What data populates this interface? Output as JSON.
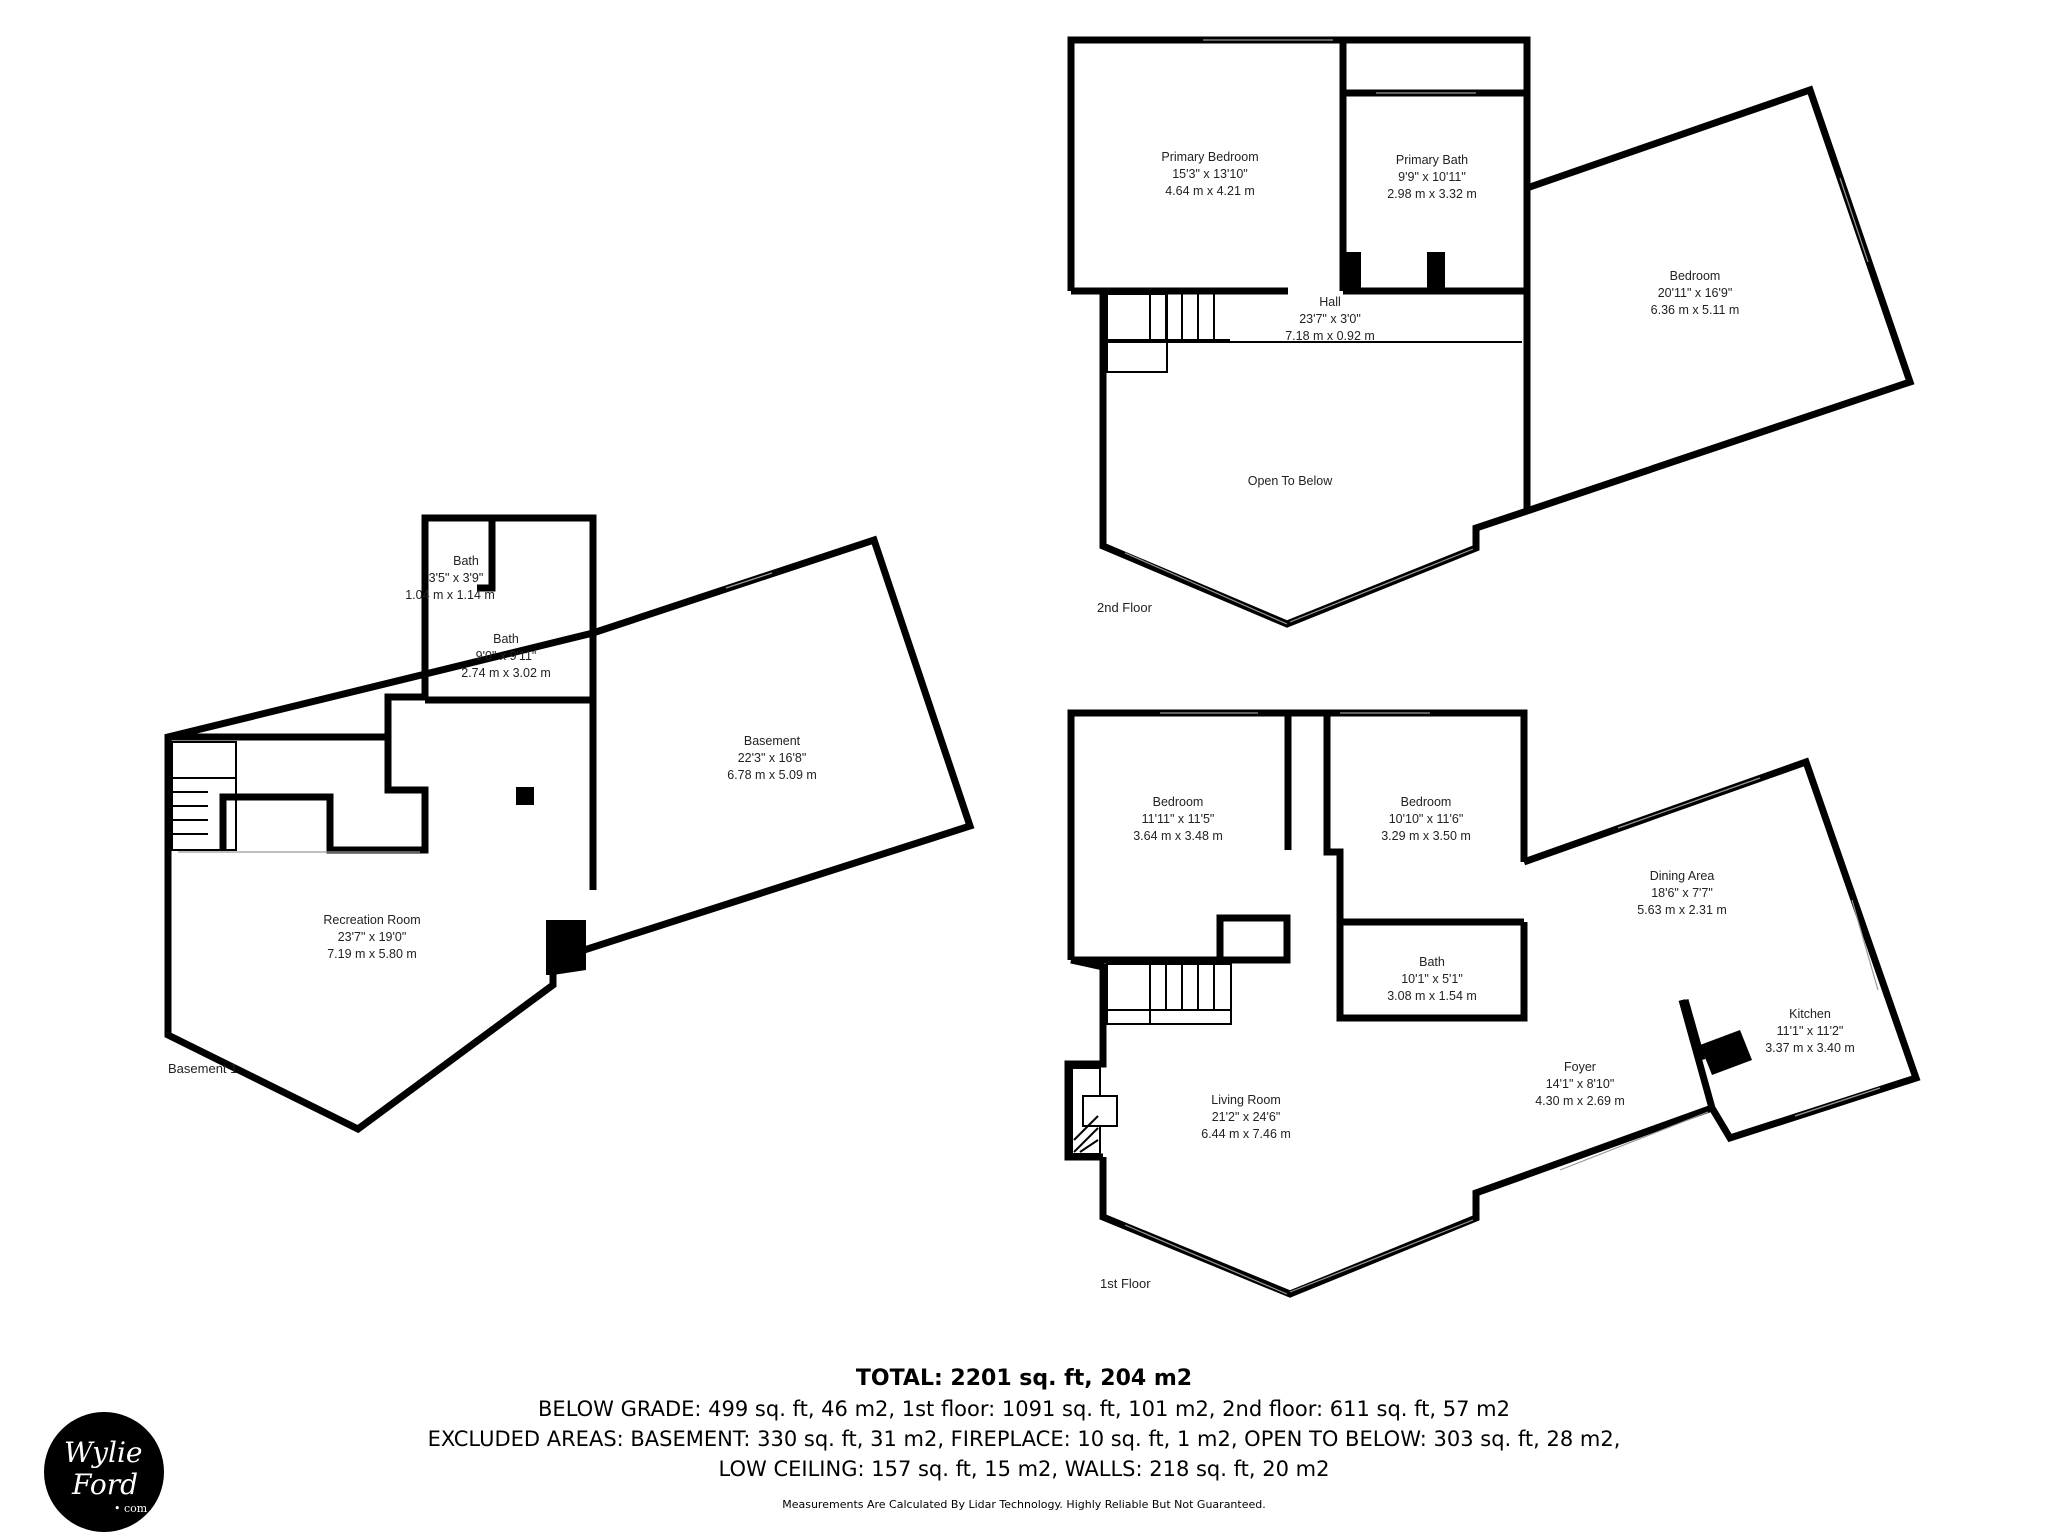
{
  "floors": {
    "basement": {
      "label": "Basement 1",
      "rooms": [
        {
          "name": "Bath",
          "imperial": "3'5\" x 3'9\"",
          "metric": "1.04 m x 1.14 m"
        },
        {
          "name": "Bath",
          "imperial": "9'0\" x 9'11\"",
          "metric": "2.74 m x 3.02 m"
        },
        {
          "name": "Basement",
          "imperial": "22'3\" x 16'8\"",
          "metric": "6.78 m x 5.09 m"
        },
        {
          "name": "Recreation Room",
          "imperial": "23'7\" x 19'0\"",
          "metric": "7.19 m x 5.80 m"
        }
      ]
    },
    "second": {
      "label": "2nd Floor",
      "rooms": [
        {
          "name": "Primary Bedroom",
          "imperial": "15'3\" x 13'10\"",
          "metric": "4.64 m x 4.21 m"
        },
        {
          "name": "Primary Bath",
          "imperial": "9'9\" x 10'11\"",
          "metric": "2.98 m x 3.32 m"
        },
        {
          "name": "Bedroom",
          "imperial": "20'11\" x 16'9\"",
          "metric": "6.36 m x 5.11 m"
        },
        {
          "name": "Hall",
          "imperial": "23'7\" x 3'0\"",
          "metric": "7.18 m x 0.92 m"
        },
        {
          "name": "Open To Below",
          "imperial": "",
          "metric": ""
        }
      ]
    },
    "first": {
      "label": "1st Floor",
      "rooms": [
        {
          "name": "Bedroom",
          "imperial": "11'11\" x 11'5\"",
          "metric": "3.64 m x 3.48 m"
        },
        {
          "name": "Bedroom",
          "imperial": "10'10\" x 11'6\"",
          "metric": "3.29 m x 3.50 m"
        },
        {
          "name": "Dining Area",
          "imperial": "18'6\" x 7'7\"",
          "metric": "5.63 m x 2.31 m"
        },
        {
          "name": "Bath",
          "imperial": "10'1\" x 5'1\"",
          "metric": "3.08 m x 1.54 m"
        },
        {
          "name": "Kitchen",
          "imperial": "11'1\" x 11'2\"",
          "metric": "3.37 m x 3.40 m"
        },
        {
          "name": "Foyer",
          "imperial": "14'1\" x 8'10\"",
          "metric": "4.30 m x 2.69 m"
        },
        {
          "name": "Living Room",
          "imperial": "21'2\" x 24'6\"",
          "metric": "6.44 m x 7.46 m"
        }
      ]
    }
  },
  "summary": {
    "total": "TOTAL: 2201 sq. ft, 204 m2",
    "line1": "BELOW GRADE: 499 sq. ft, 46 m2, 1st floor: 1091 sq. ft, 101 m2, 2nd floor: 611 sq. ft, 57 m2",
    "line2": "EXCLUDED AREAS: BASEMENT: 330 sq. ft, 31 m2, FIREPLACE: 10 sq. ft, 1 m2, OPEN TO BELOW: 303 sq. ft, 28 m2,",
    "line3": "LOW CEILING: 157 sq. ft, 15 m2, WALLS: 218 sq. ft, 20 m2",
    "disclaimer": "Measurements Are Calculated By Lidar Technology. Highly Reliable But Not Guaranteed."
  },
  "logo": {
    "line1": "Wylie",
    "line2": "Ford",
    "line3": "• com"
  },
  "colors": {
    "wall": "#000000",
    "window": "#999999",
    "background": "#ffffff"
  }
}
